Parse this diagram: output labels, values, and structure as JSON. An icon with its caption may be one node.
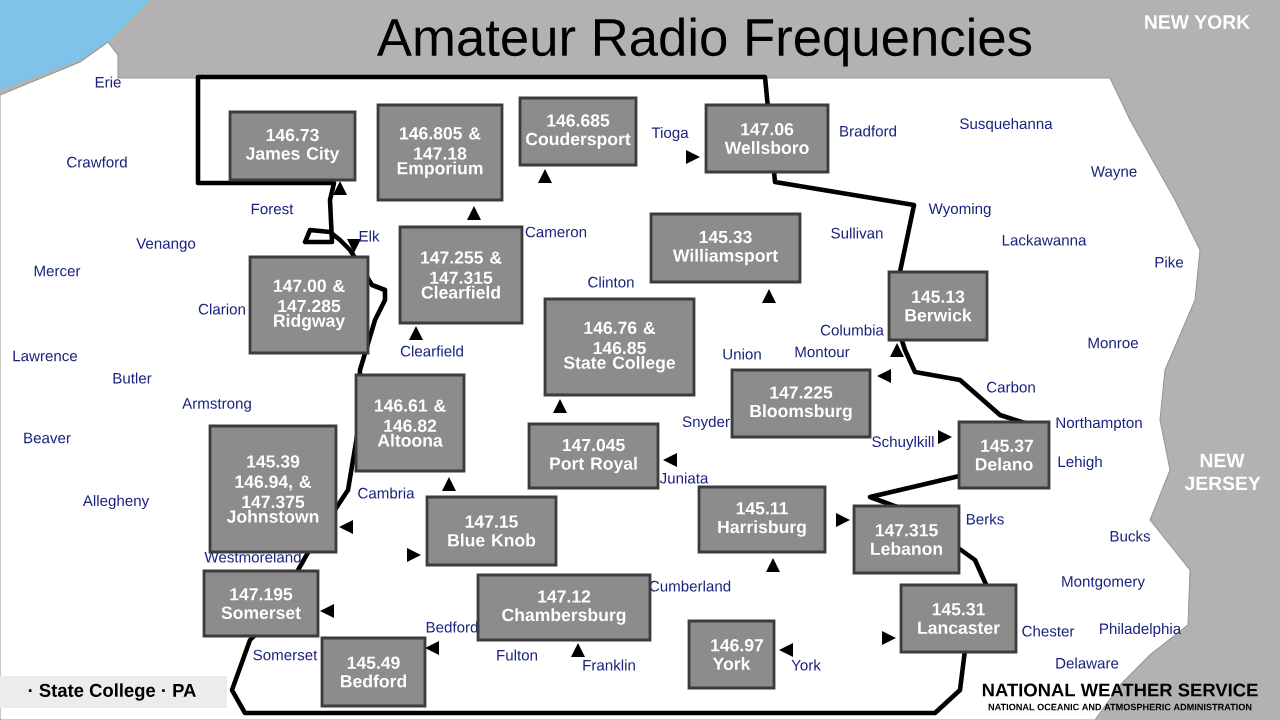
{
  "diagram": {
    "title": "Amateur Radio Frequencies",
    "nodes": [
      {
        "text": [
          "146.73",
          "James City"
        ]
      },
      {
        "text": [
          "146.805 & 147.18",
          "Emporium"
        ]
      },
      {
        "text": [
          "146.685",
          "Coudersport"
        ]
      },
      {
        "text": [
          "147.06",
          "Wellsboro"
        ]
      },
      {
        "text": [
          "145.33",
          "Williamsport"
        ]
      },
      {
        "text": [
          "147.00 & 147.285",
          "Ridgway"
        ]
      },
      {
        "text": [
          "147.255 & 147.315",
          "Clearfield"
        ]
      },
      {
        "text": [
          "145.13",
          "Berwick"
        ]
      },
      {
        "text": [
          "146.76 & 146.85",
          "State College"
        ]
      },
      {
        "text": [
          "146.61 & 146.82",
          "Altoona"
        ]
      },
      {
        "text": [
          "147.225",
          "Bloomsburg"
        ]
      },
      {
        "text": [
          "145.39 146.94, & 147.375",
          "Johnstown"
        ]
      },
      {
        "text": [
          "147.045",
          "Port Royal"
        ]
      },
      {
        "text": [
          "145.37",
          "Delano"
        ]
      },
      {
        "text": [
          "145.11",
          "Harrisburg"
        ]
      },
      {
        "text": [
          "147.315",
          "Lebanon"
        ]
      },
      {
        "text": [
          "147.15",
          "Blue Knob"
        ]
      },
      {
        "text": [
          "147.195",
          "Somerset"
        ]
      },
      {
        "text": [
          "147.12",
          "Chambersburg"
        ]
      },
      {
        "text": [
          "145.31",
          "Lancaster"
        ]
      },
      {
        "text": [
          "146.97",
          "York"
        ]
      },
      {
        "text": [
          "145.49",
          "Bedford"
        ]
      }
    ],
    "labels": [
      "NEW YORK",
      "Erie",
      "Susquehanna",
      "Bradford",
      "Tioga",
      "Crawford",
      "Wayne",
      "Forest",
      "Wyoming",
      "Cameron",
      "Sullivan",
      "Elk",
      "Lackawanna",
      "Venango",
      "Pike",
      "Mercer",
      "Clinton",
      "Clarion",
      "Columbia",
      "Monroe",
      "Clearfield",
      "Montour",
      "Lawrence",
      "Union",
      "Butler",
      "Carbon",
      "Armstrong",
      "Snyder",
      "Northampton",
      "Beaver",
      "Schuylkill",
      "Lehigh",
      "Juniata",
      "NEW JERSEY",
      "Cambria",
      "Allegheny",
      "Berks",
      "Bucks",
      "Westmoreland",
      "Montgomery",
      "Cumberland",
      "Chester",
      "Philadelphia",
      "Bedford",
      "Somerset",
      "Fulton",
      "Delaware",
      "Franklin",
      "York",
      "· State College · PA",
      "NATIONAL WEATHER SERVICE",
      "NATIONAL OCEANIC AND ATMOSPHERIC ADMINISTRATION"
    ]
  }
}
